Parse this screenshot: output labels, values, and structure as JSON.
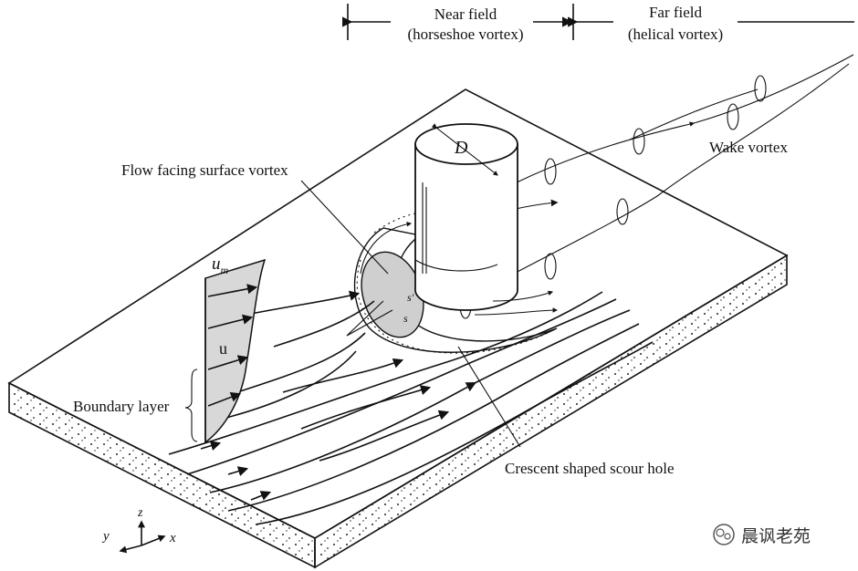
{
  "zones": {
    "near_field": "Near field",
    "near_field_sub": "(horseshoe vortex)",
    "far_field": "Far field",
    "far_field_sub": "(helical vortex)"
  },
  "labels": {
    "diameter": "D",
    "flow_facing_vortex": "Flow facing surface vortex",
    "wake_vortex": "Wake vortex",
    "velocity_max": "u",
    "velocity_max_sub": "m",
    "velocity": "u",
    "boundary_layer": "Boundary layer",
    "scour_hole": "Crescent shaped scour hole",
    "s_mark": "s",
    "s_prime_mark": "s'"
  },
  "axes": {
    "x": "x",
    "y": "y",
    "z": "z"
  },
  "watermark": "晨讽老苑"
}
